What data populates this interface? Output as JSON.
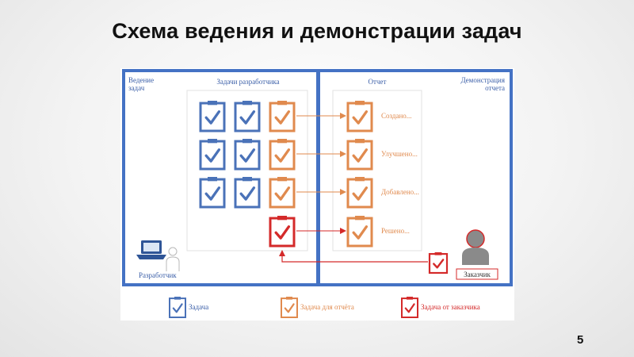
{
  "slide": {
    "title": "Схема ведения и демонстрации задач",
    "page_number": "5"
  },
  "diagram": {
    "left_panel_label_line1": "Ведение",
    "left_panel_label_line2": "задач",
    "tasks_group_title": "Задачи разработчика",
    "report_title": "Отчет",
    "right_panel_label_line1": "Демонстрация",
    "right_panel_label_line2": "отчета",
    "report_items": [
      "Создано...",
      "Улучшено...",
      "Добавлено...",
      "Решено..."
    ],
    "developer_label": "Разработчик",
    "customer_label": "Заказчик"
  },
  "legend": {
    "task": "Задача",
    "report_task": "Задача для отчёта",
    "customer_task": "Задача от заказчика"
  },
  "colors": {
    "frame_blue": "#4472c4",
    "task_blue": "#4a72b8",
    "report_orange": "#e08a4e",
    "customer_red": "#d42a2a",
    "person_gray": "#8a8a8a",
    "label_blue": "#3b5fa8"
  },
  "icons": [
    "clipboard-check-icon",
    "laptop-icon",
    "developer-person-icon",
    "customer-person-icon",
    "arrow-right-icon"
  ]
}
